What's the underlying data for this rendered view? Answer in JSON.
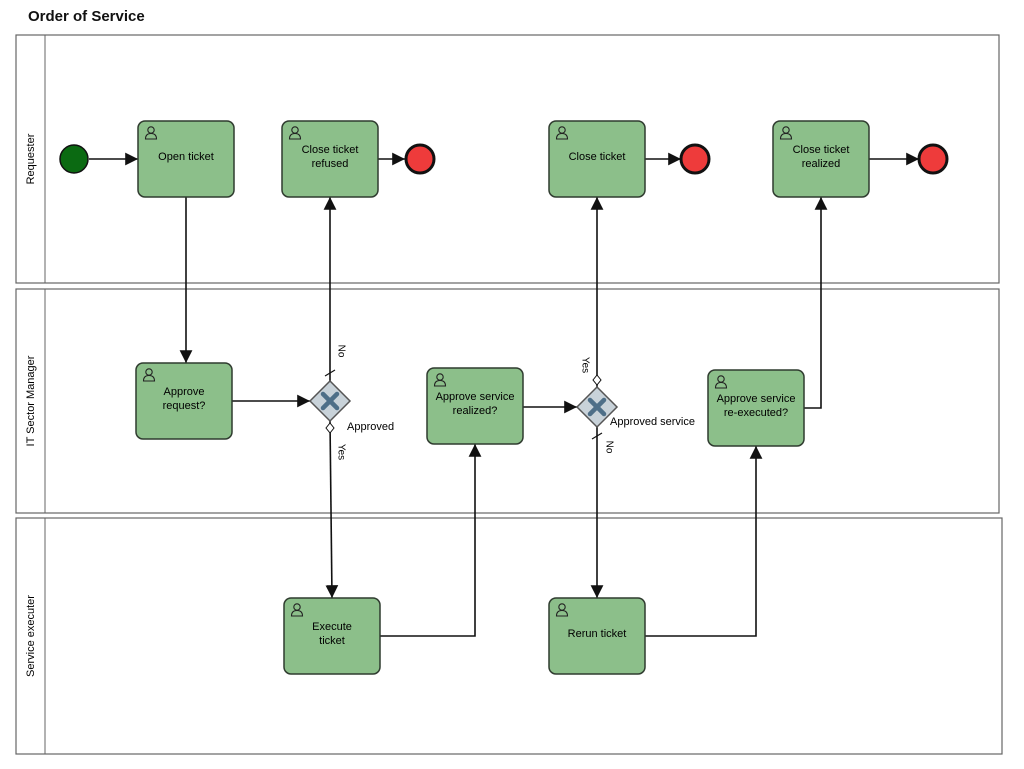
{
  "diagram": {
    "title": "Order of Service"
  },
  "lanes": [
    {
      "id": "requester",
      "label": "Requester"
    },
    {
      "id": "manager",
      "label": "IT Sector Manager"
    },
    {
      "id": "executer",
      "label": "Service executer"
    }
  ],
  "tasks": [
    {
      "id": "open",
      "label": [
        "Open ticket"
      ]
    },
    {
      "id": "close_refused",
      "label": [
        "Close ticket",
        "refused"
      ]
    },
    {
      "id": "close",
      "label": [
        "Close ticket"
      ]
    },
    {
      "id": "close_realized",
      "label": [
        "Close ticket",
        "realized"
      ]
    },
    {
      "id": "approve_request",
      "label": [
        "Approve",
        "request?"
      ]
    },
    {
      "id": "approve_realized",
      "label": [
        "Approve service",
        "realized?"
      ]
    },
    {
      "id": "approve_reexec",
      "label": [
        "Approve service",
        "re-executed?"
      ]
    },
    {
      "id": "execute",
      "label": [
        "Execute",
        "ticket"
      ]
    },
    {
      "id": "rerun",
      "label": [
        "Rerun ticket"
      ]
    }
  ],
  "gateways": [
    {
      "id": "gw1",
      "label": "Approved"
    },
    {
      "id": "gw2",
      "label": "Approved service"
    }
  ],
  "flow_labels": [
    {
      "id": "gw1_no",
      "text": "No"
    },
    {
      "id": "gw1_yes",
      "text": "Yes"
    },
    {
      "id": "gw2_yes",
      "text": "Yes"
    },
    {
      "id": "gw2_no",
      "text": "No"
    }
  ],
  "colors": {
    "task_fill": "#8cbf8a",
    "task_stroke": "#2f3b2f",
    "start_fill": "#0b6a12",
    "end_fill": "#ee3b3b",
    "gateway_fill": "#c8d2d9",
    "gateway_x": "#4e6f88",
    "lane_stroke": "#666666"
  }
}
